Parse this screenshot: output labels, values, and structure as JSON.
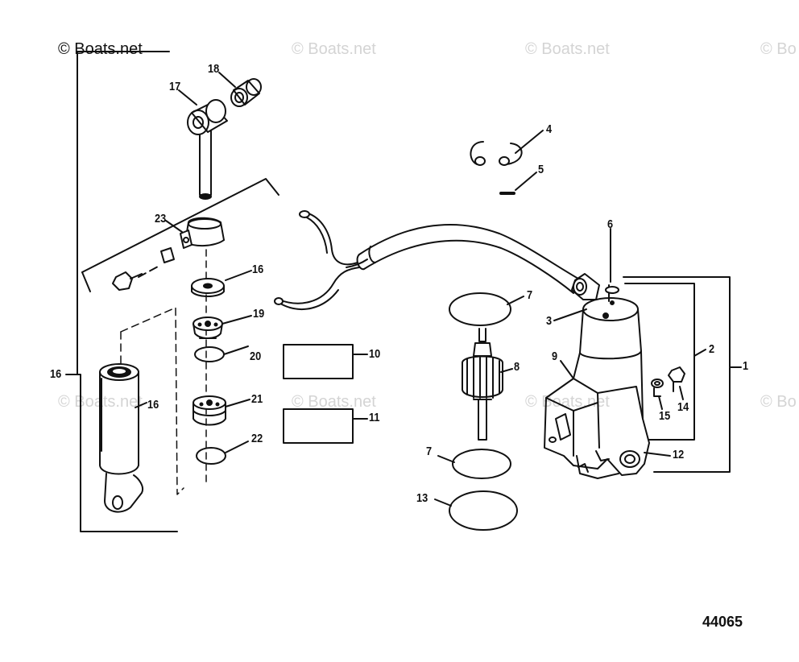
{
  "watermarks": [
    "© Boats.net",
    "© Boats.net",
    "© Boats.net",
    "© Bo",
    "© Boats.net",
    "© Boats.net",
    "© Boats.net",
    "© Bo"
  ],
  "callouts": [
    "1",
    "2",
    "3",
    "4",
    "5",
    "6",
    "7",
    "7",
    "8",
    "9",
    "10",
    "11",
    "12",
    "13",
    "14",
    "15",
    "16",
    "16",
    "16",
    "17",
    "18",
    "19",
    "20",
    "21",
    "22",
    "23"
  ],
  "figure_number": "44065",
  "colors": {
    "line": "#111111",
    "watermark": "#d4d4d4",
    "background": "#ffffff"
  }
}
